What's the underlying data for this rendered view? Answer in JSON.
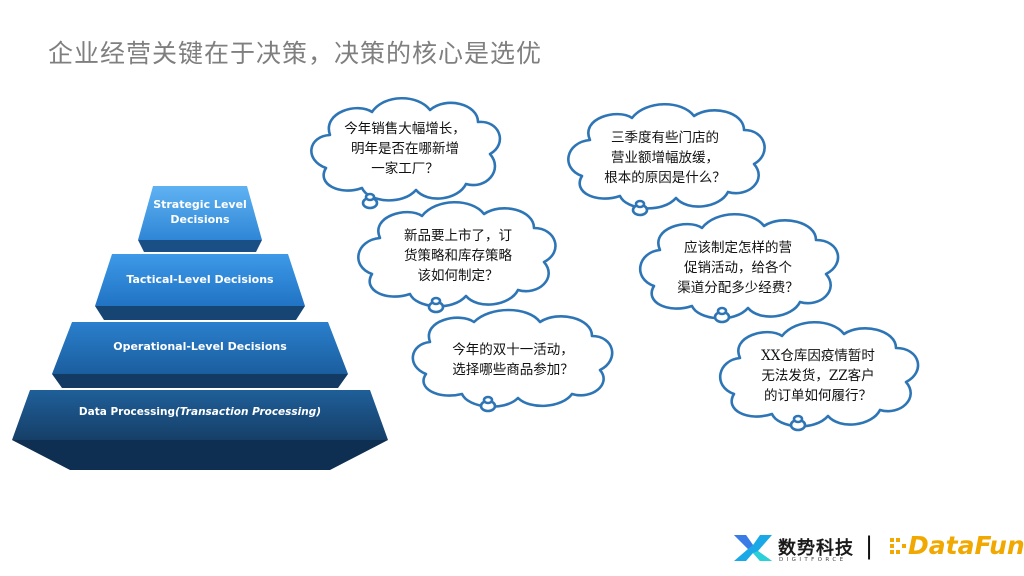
{
  "title": "企业经营关键在于决策，决策的核心是选优",
  "pyramid": {
    "tiers": [
      {
        "line1": "Strategic Level",
        "line2": "Decisions"
      },
      {
        "label": "Tactical-Level Decisions"
      },
      {
        "label": "Operational-Level Decisions"
      },
      {
        "label": "Data Processing",
        "italic": "(Transaction Processing)"
      }
    ]
  },
  "bubbles": [
    {
      "line1": "今年销售大幅增长，",
      "line2": "明年是否在哪新增",
      "line3": "一家工厂？"
    },
    {
      "line1": "三季度有些门店的",
      "line2": "营业额增幅放缓，",
      "line3": "根本的原因是什么？"
    },
    {
      "line1": "新品要上市了，订",
      "line2": "货策略和库存策略",
      "line3": "该如何制定？"
    },
    {
      "line1": "应该制定怎样的营",
      "line2": "促销活动，给各个",
      "line3": "渠道分配多少经费？"
    },
    {
      "line1": "今年的双十一活动，",
      "line2": "选择哪些商品参加？"
    },
    {
      "line1": "XX仓库因疫情暂时",
      "line2": "无法发货，ZZ客户",
      "line3": "的订单如何履行？"
    }
  ],
  "footer": {
    "brand_name": "数势科技",
    "brand_sub": "DIGITFORCE",
    "divider": "|",
    "partner_a": "DataFun",
    "partner_b": "."
  },
  "colors": {
    "title": "#7f7f7f",
    "bubble_stroke": "#2e75b6",
    "tier_top": "#3d9ae8",
    "tier_bottom": "#1f4e79",
    "datafun_gold": "#f1a800"
  }
}
